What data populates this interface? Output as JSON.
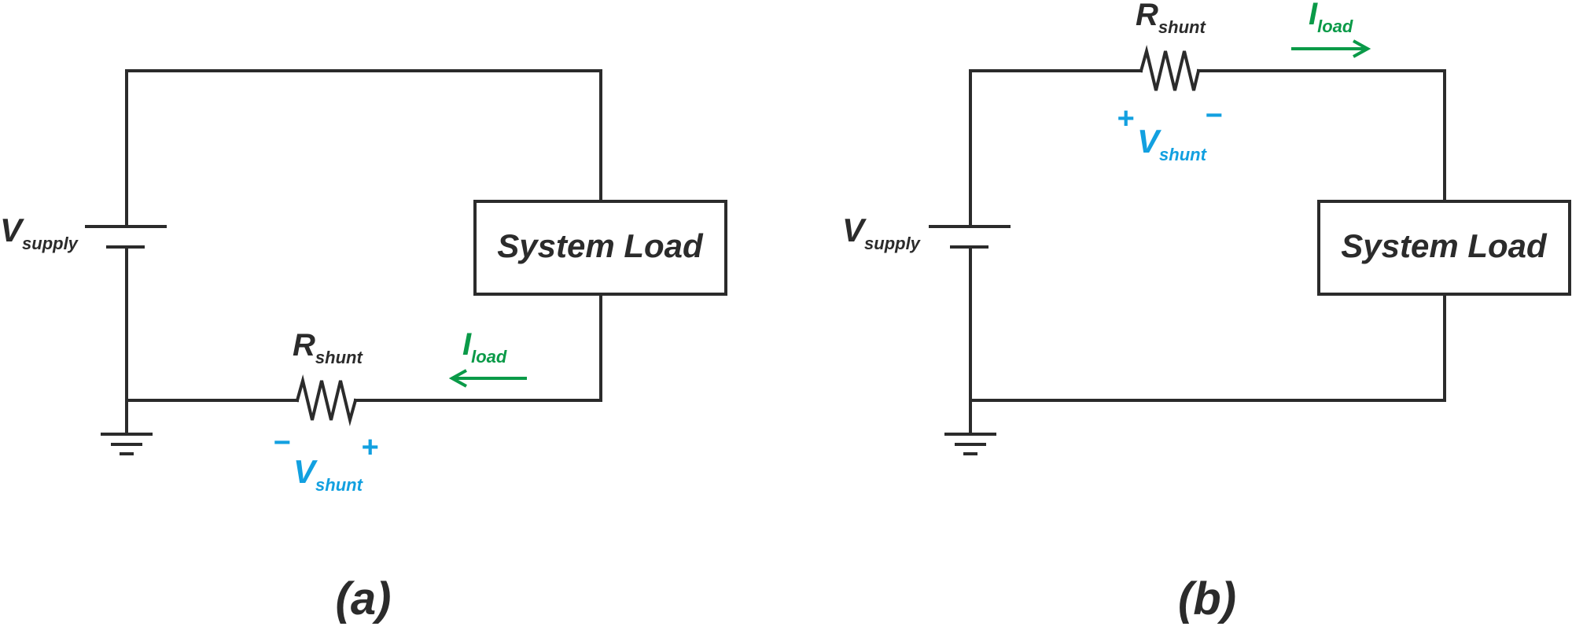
{
  "colors": {
    "wire": "#2b2b2b",
    "current": "#0a9a48",
    "voltage": "#12a0e0",
    "text": "#2b2b2b"
  },
  "panel_a": {
    "caption": "(a)",
    "supply": {
      "main": "V",
      "sub": "supply"
    },
    "load_label": "System Load",
    "resistor": {
      "main": "R",
      "sub": "shunt"
    },
    "current": {
      "main": "I",
      "sub": "load"
    },
    "vshunt": {
      "main": "V",
      "sub": "shunt",
      "left_sign": "−",
      "right_sign": "+"
    }
  },
  "panel_b": {
    "caption": "(b)",
    "supply": {
      "main": "V",
      "sub": "supply"
    },
    "load_label": "System Load",
    "resistor": {
      "main": "R",
      "sub": "shunt"
    },
    "current": {
      "main": "I",
      "sub": "load"
    },
    "vshunt": {
      "main": "V",
      "sub": "shunt",
      "left_sign": "+",
      "right_sign": "−"
    }
  }
}
